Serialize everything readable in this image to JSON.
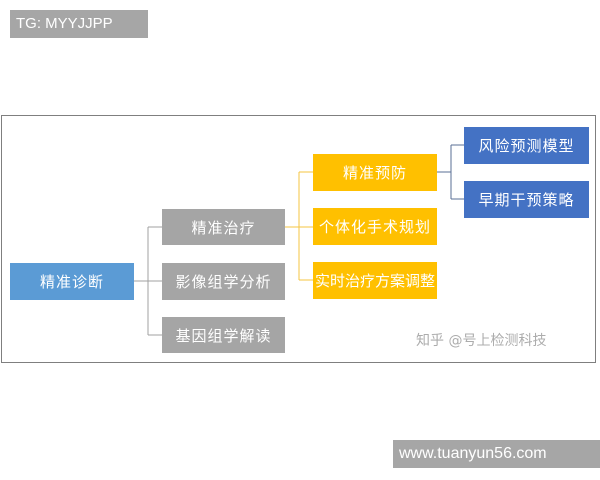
{
  "tags": {
    "top_left": "TG: MYYJJPP",
    "bottom_right": "www.tuanyun56.com"
  },
  "diagram": {
    "root": {
      "label": "精准诊断",
      "color": "#5b9bd5"
    },
    "level1": [
      {
        "label": "精准治疗",
        "color": "#a5a5a5"
      },
      {
        "label": "影像组学分析",
        "color": "#a5a5a5"
      },
      {
        "label": "基因组学解读",
        "color": "#a5a5a5"
      }
    ],
    "level2": [
      {
        "label": "精准预防",
        "color": "#ffc000"
      },
      {
        "label": "个体化手术规划",
        "color": "#ffc000"
      },
      {
        "label": "实时治疗方案调整",
        "color": "#ffc000"
      }
    ],
    "level3": [
      {
        "label": "风险预测模型",
        "color": "#4472c4"
      },
      {
        "label": "早期干预策略",
        "color": "#4472c4"
      }
    ],
    "watermark": "知乎 @号上检测科技"
  }
}
